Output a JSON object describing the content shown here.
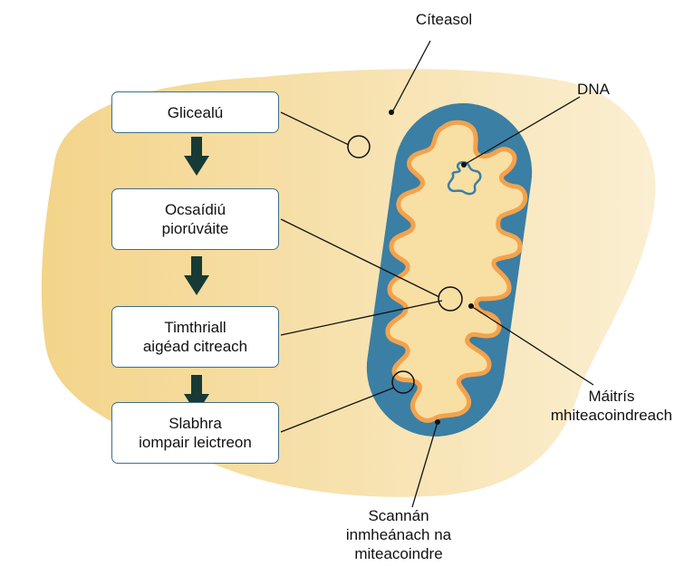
{
  "colors": {
    "cytosol_fill_left": "#f3d48a",
    "cytosol_fill_right": "#fbefd2",
    "outer_membrane": "#3b7fa4",
    "inner_membrane": "#f4a24c",
    "matrix": "#f8dfa3",
    "box_border": "#3e6f86",
    "arrow": "#173a36"
  },
  "steps": [
    {
      "text": "Glicealú"
    },
    {
      "text": "Ocsaídiú\npiorúváite"
    },
    {
      "text": "Timthriall\naigéad citreach"
    },
    {
      "text": "Slabhra\niompair leictreon"
    }
  ],
  "labels": {
    "cytosol": "Cíteasol",
    "dna": "DNA",
    "matrix": "Máitrís\nmhiteacoindreach",
    "inner_membrane": "Scannán\ninmheánach na\nmiteacoindre"
  }
}
